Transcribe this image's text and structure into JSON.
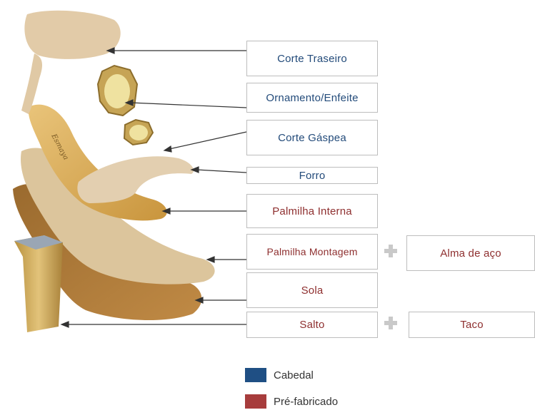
{
  "colors": {
    "cabedal": "#234b7a",
    "pre_fabricado": "#8e2f2f",
    "legend_cabedal": "#1f4f84",
    "legend_pre_fabricado": "#a73c3c"
  },
  "parts": [
    {
      "label": "Corte Traseiro",
      "category": "cabedal"
    },
    {
      "label": "Ornamento/Enfeite",
      "category": "cabedal"
    },
    {
      "label": "Corte Gáspea",
      "category": "cabedal"
    },
    {
      "label": "Forro",
      "category": "cabedal"
    },
    {
      "label": "Palmilha Interna",
      "category": "pre_fabricado"
    },
    {
      "label": "Palmilha Montagem",
      "category": "pre_fabricado"
    },
    {
      "label": "Sola",
      "category": "pre_fabricado"
    },
    {
      "label": "Salto",
      "category": "pre_fabricado"
    }
  ],
  "extras": [
    {
      "label": "Alma de aço",
      "category": "pre_fabricado"
    },
    {
      "label": "Taco",
      "category": "pre_fabricado"
    }
  ],
  "illustration": {
    "brand_text": "Esmaya"
  },
  "legend": {
    "cabedal": "Cabedal",
    "pre_fabricado": "Pré-fabricado"
  }
}
